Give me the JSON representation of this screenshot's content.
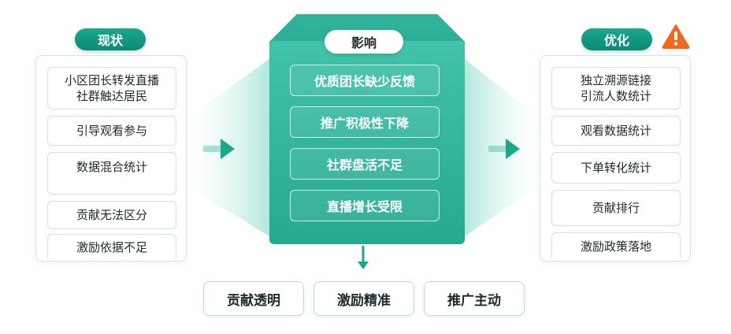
{
  "colors": {
    "accent": "#1aa88e",
    "accent_dark": "#0c8a74",
    "warning": "#f06a1d",
    "glow": "#bfeee4"
  },
  "current": {
    "title": "现状",
    "items": [
      [
        "小区团长转发直播",
        "社群触达居民"
      ],
      [
        "引导观看参与"
      ],
      [
        "数据混合统计"
      ],
      [
        "贡献无法区分"
      ],
      [
        "激励依据不足"
      ]
    ]
  },
  "impact": {
    "title": "影响",
    "items": [
      "优质团长缺少反馈",
      "推广积极性下降",
      "社群盘活不足",
      "直播增长受限"
    ]
  },
  "optimize": {
    "title": "优化",
    "icon": "warning-icon",
    "items": [
      [
        "独立溯源链接",
        "引流人数统计"
      ],
      [
        "观看数据统计"
      ],
      [
        "下单转化统计"
      ],
      [
        "贡献排行"
      ],
      [
        "激励政策落地"
      ]
    ]
  },
  "results": [
    "贡献透明",
    "激励精准",
    "推广主动"
  ]
}
